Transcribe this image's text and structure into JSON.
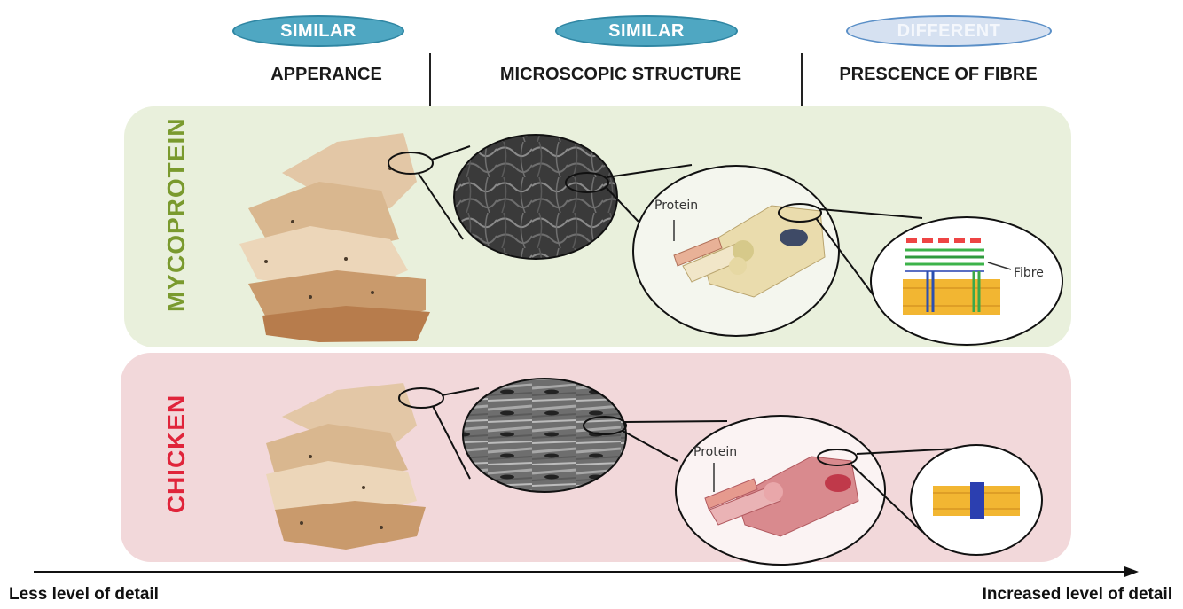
{
  "header": {
    "columns": [
      {
        "badge": "SIMILAR",
        "label": "APPERANCE"
      },
      {
        "badge": "SIMILAR",
        "label": "MICROSCOPIC STRUCTURE"
      },
      {
        "badge": "DIFFERENT",
        "label": "PRESCENCE OF FIBRE"
      }
    ]
  },
  "rows": {
    "mycoprotein": {
      "label": "MYCOPROTEIN",
      "protein_label": "Protein",
      "fibre_label": "Fibre"
    },
    "chicken": {
      "label": "CHICKEN",
      "protein_label": "Protein"
    }
  },
  "axis": {
    "left_caption": "Less level of detail",
    "right_caption": "Increased level of detail"
  },
  "colors": {
    "similar_badge": "#4fa7c2",
    "different_badge": "#d6e1f1",
    "mycoprotein_label": "#7a9a2e",
    "chicken_label": "#e0243a",
    "mycoprotein_panel": "#e9f0dc",
    "chicken_panel": "#f2d8da"
  }
}
